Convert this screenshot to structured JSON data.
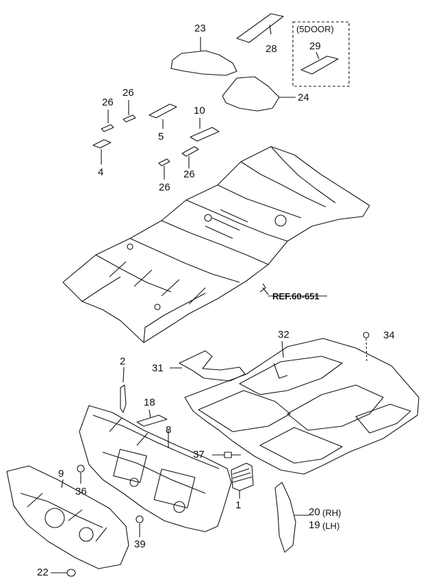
{
  "diagram": {
    "callouts": {
      "c23": "23",
      "c28": "28",
      "c5door": "(5DOOR)",
      "c29": "29",
      "c24": "24",
      "c26a": "26",
      "c26b": "26",
      "c10": "10",
      "c5": "5",
      "c4": "4",
      "c26c": "26",
      "c26d": "26",
      "ref": "REF.60-651",
      "c32": "32",
      "c34": "34",
      "c31": "31",
      "c2": "2",
      "c18": "18",
      "c8": "8",
      "c37": "37",
      "c9": "9",
      "c36": "36",
      "c1": "1",
      "c20": "20",
      "c20s": "(RH)",
      "c19": "19",
      "c19s": "(LH)",
      "c39": "39",
      "c22": "22"
    }
  }
}
